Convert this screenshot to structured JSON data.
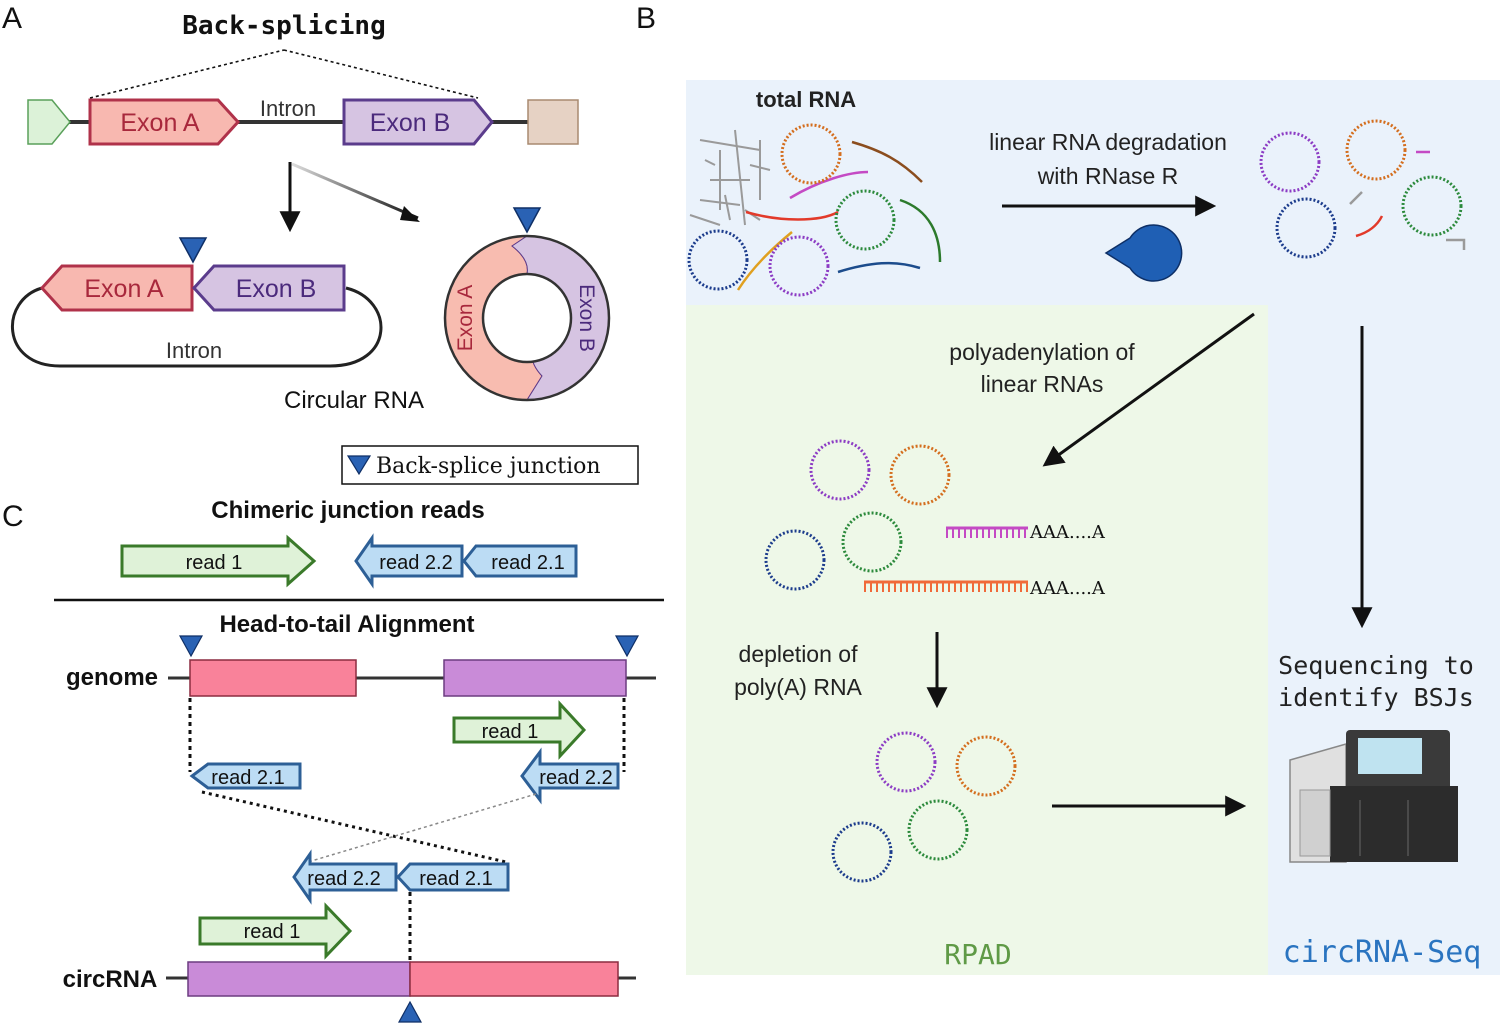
{
  "panel_labels": {
    "a": "A",
    "b": "B",
    "c": "C"
  },
  "panel_a": {
    "title": "Back-splicing",
    "exon_a": "Exon A",
    "exon_b": "Exon B",
    "intron": "Intron",
    "circular_caption": "Circular RNA",
    "legend": "Back-splice junction"
  },
  "panel_b": {
    "total_rna": "total RNA",
    "degradation_line1": "linear RNA degradation",
    "degradation_line2": "with RNase R",
    "polya_line1": "polyadenylation of",
    "polya_line2": "linear RNAs",
    "polya_tail": "AAA....A",
    "depletion_line1": "depletion of",
    "depletion_line2": "poly(A) RNA",
    "sequencing_line1": "Sequencing to",
    "sequencing_line2": "identify BSJs",
    "rpad": "RPAD",
    "circrna_seq": "circRNA-Seq"
  },
  "panel_c": {
    "chimeric_title": "Chimeric junction reads",
    "alignment_title": "Head-to-tail Alignment",
    "genome": "genome",
    "circrna": "circRNA",
    "read1": "read 1",
    "read21": "read 2.1",
    "read22": "read 2.2"
  },
  "colors": {
    "exon_a_fill": "#f8b8b0",
    "exon_a_stroke": "#b0324a",
    "exon_a_text": "#a8283c",
    "exon_b_fill": "#d6c4e2",
    "exon_b_stroke": "#5b3c8c",
    "exon_b_text": "#4b2a7c",
    "genome_pink": "#f9829a",
    "genome_purple": "#c98bd8",
    "read1_fill": "#dff2d8",
    "read1_stroke": "#3a7a2a",
    "read2_fill": "#bcdcf4",
    "read2_stroke": "#2d5f96",
    "panel_b_blue": "#eaf2fb",
    "panel_b_green": "#eef8e8",
    "marker": "#2a62b4",
    "rpad_text": "#5f9a46",
    "seq_text": "#2a74c0",
    "ring_orange": "#d46e1e",
    "ring_purple": "#8c3cc4",
    "ring_green": "#2c8a3c",
    "ring_navy": "#1c3c8c"
  }
}
